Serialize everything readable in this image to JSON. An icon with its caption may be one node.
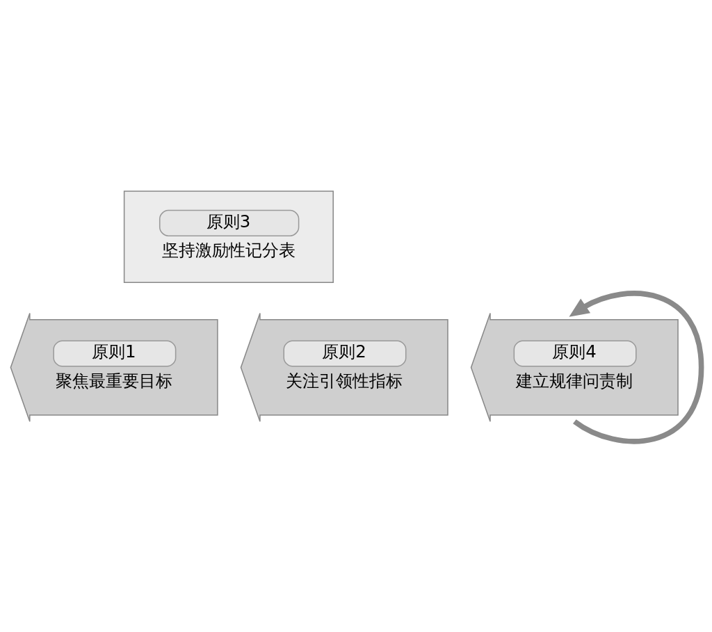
{
  "diagram": {
    "nodes": [
      {
        "text": [
          "原则3",
          "坚持激励性记分表"
        ]
      },
      {
        "text": [
          "原则1",
          "聚焦最重要目标"
        ]
      },
      {
        "text": [
          "原则2",
          "关注引领性指标"
        ]
      },
      {
        "text": [
          "原则4",
          "建立规律问责制"
        ]
      }
    ],
    "edges": [
      {
        "from": 3,
        "to": 3,
        "arrow": "to"
      }
    ]
  }
}
